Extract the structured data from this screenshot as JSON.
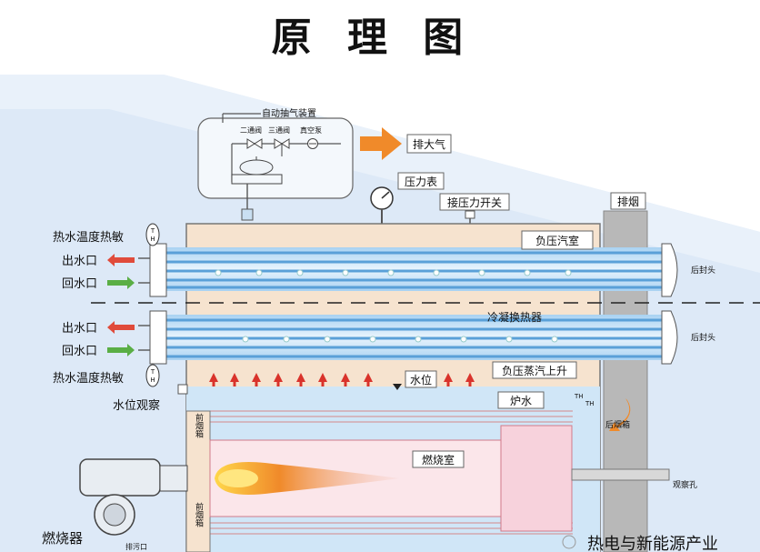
{
  "title": "原 理 图",
  "labels": {
    "auto_exhaust": "自动抽气装置",
    "two_way_valve": "二通阀",
    "three_way_valve": "三通阀",
    "vacuum_pump": "真空泵",
    "exhaust_air": "排大气",
    "pressure_gauge": "压力表",
    "pressure_switch": "接压力开关",
    "chimney": "排烟",
    "neg_pressure_chamber": "负压汽室",
    "condenser_hx": "冷凝换热器",
    "steam_rise": "负压蒸汽上升",
    "water_level": "水位",
    "furnace_water": "炉水",
    "water_level_view": "水位观察",
    "hot_water_sensor_top": "热水温度热敏",
    "hot_water_sensor_bottom": "热水温度热敏",
    "outlet_1": "出水口",
    "return_1": "回水口",
    "outlet_2": "出水口",
    "return_2": "回水口",
    "rear_head_1": "后封头",
    "rear_head_2": "后封头",
    "front_smokebox_top": "前烟箱",
    "front_smokebox_bottom": "前烟箱",
    "combustion_chamber": "燃烧室",
    "rear_smokebox": "后烟箱",
    "observation_hole": "观察孔",
    "burner": "燃烧器",
    "drain": "排污口",
    "sensor_glyph": "T H",
    "th_small": "TH"
  },
  "watermark": "热电与新能源产业",
  "colors": {
    "sky": "#d6e5f6",
    "shell": "#f6e3cf",
    "tube_blue": "#7fb8e6",
    "water": "#d0e6f7",
    "steam_arrow": "#d9332b",
    "outlet_arrow": "#e04b3b",
    "return_arrow": "#5aae45",
    "exhaust_arrow": "#f08a2a",
    "flame": "#e8612a",
    "chimney": "#b5b5b5",
    "combustion": "#f7d2dc"
  }
}
